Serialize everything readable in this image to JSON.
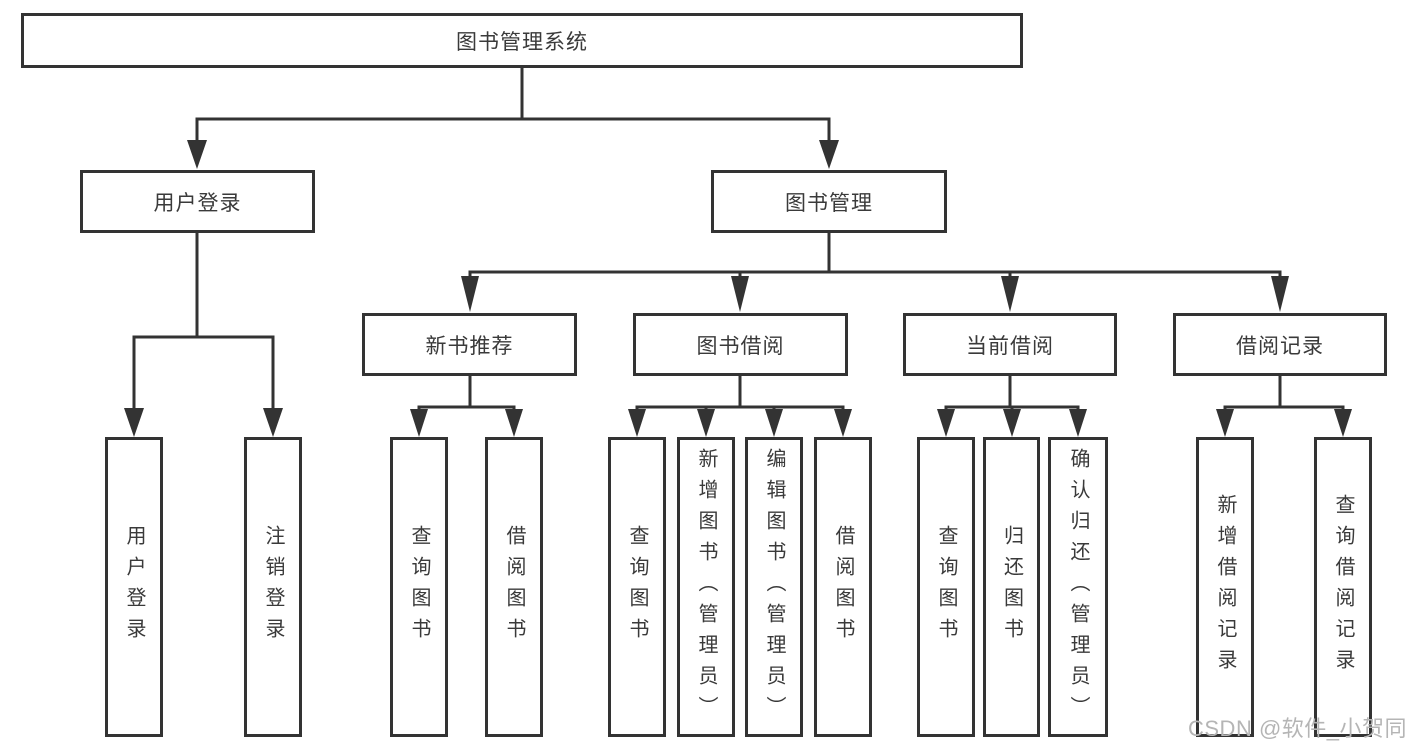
{
  "diagram": {
    "title": "图书管理系统",
    "level2": [
      {
        "label": "用户登录",
        "parent": "图书管理系统"
      },
      {
        "label": "图书管理",
        "parent": "图书管理系统"
      }
    ],
    "level3": [
      {
        "label": "新书推荐",
        "parent": "图书管理"
      },
      {
        "label": "图书借阅",
        "parent": "图书管理"
      },
      {
        "label": "当前借阅",
        "parent": "图书管理"
      },
      {
        "label": "借阅记录",
        "parent": "图书管理"
      }
    ],
    "leaves": [
      {
        "label": "用户登录",
        "parent": "用户登录"
      },
      {
        "label": "注销登录",
        "parent": "用户登录"
      },
      {
        "label": "查询图书",
        "parent": "新书推荐"
      },
      {
        "label": "借阅图书",
        "parent": "新书推荐"
      },
      {
        "label": "查询图书",
        "parent": "图书借阅"
      },
      {
        "label": "新增图书（管理员）",
        "parent": "图书借阅"
      },
      {
        "label": "编辑图书（管理员）",
        "parent": "图书借阅"
      },
      {
        "label": "借阅图书",
        "parent": "图书借阅"
      },
      {
        "label": "查询图书",
        "parent": "当前借阅"
      },
      {
        "label": "归还图书",
        "parent": "当前借阅"
      },
      {
        "label": "确认归还（管理员）",
        "parent": "当前借阅"
      },
      {
        "label": "新增借阅记录",
        "parent": "借阅记录"
      },
      {
        "label": "查询借阅记录",
        "parent": "借阅记录"
      }
    ],
    "colors": {
      "line": "#333333",
      "text": "#3a3a3a",
      "background": "#ffffff",
      "watermark_text": "#b5b5b5"
    }
  },
  "watermark": {
    "text": "CSDN @软件_小贺同学"
  }
}
